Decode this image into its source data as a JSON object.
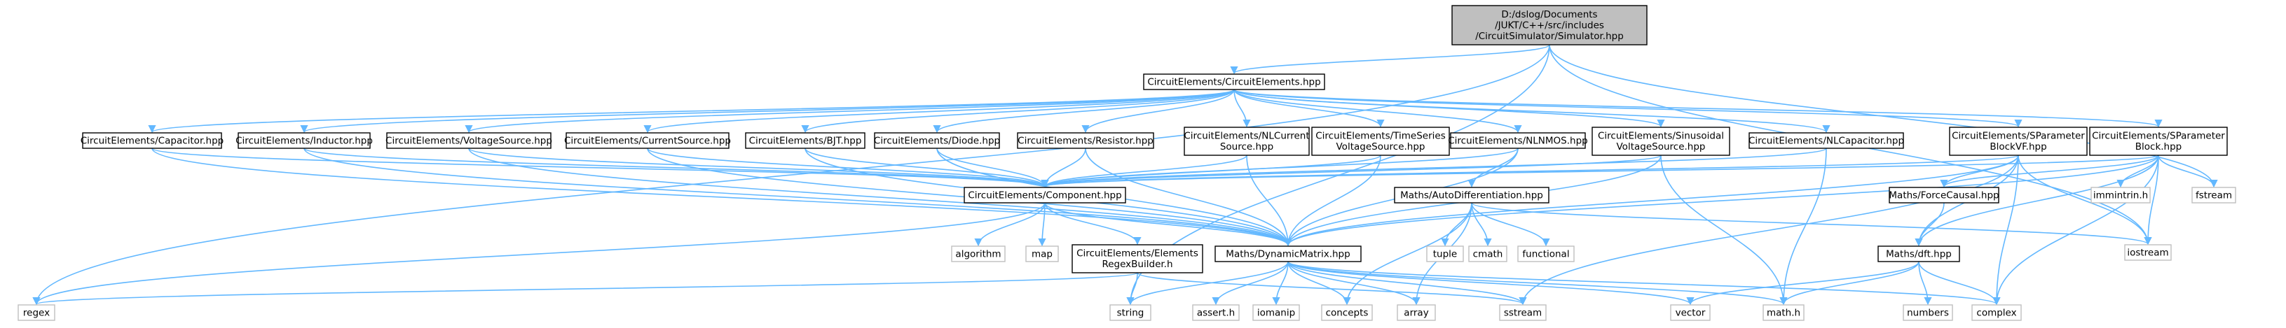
{
  "graph": {
    "root": "sim",
    "colors": {
      "root_fill": "#BFBFBF",
      "node_fill": "#FFFFFF",
      "bordered_stroke": "#000000",
      "plain_stroke": "#BFBFBF",
      "edge": "#63B8FF"
    },
    "nodes": [
      {
        "id": "sim",
        "lines": [
          "D:/dslog/Documents",
          "/JUKT/C++/src/includes",
          "/CircuitSimulator/Simulator.hpp"
        ],
        "kind": "root"
      },
      {
        "id": "ce",
        "lines": [
          "CircuitElements/CircuitElements.hpp"
        ],
        "kind": "bordered"
      },
      {
        "id": "cap",
        "lines": [
          "CircuitElements/Capacitor.hpp"
        ],
        "kind": "bordered"
      },
      {
        "id": "ind",
        "lines": [
          "CircuitElements/Inductor.hpp"
        ],
        "kind": "bordered"
      },
      {
        "id": "vs",
        "lines": [
          "CircuitElements/VoltageSource.hpp"
        ],
        "kind": "bordered"
      },
      {
        "id": "cs",
        "lines": [
          "CircuitElements/CurrentSource.hpp"
        ],
        "kind": "bordered"
      },
      {
        "id": "bjt",
        "lines": [
          "CircuitElements/BJT.hpp"
        ],
        "kind": "bordered"
      },
      {
        "id": "diode",
        "lines": [
          "CircuitElements/Diode.hpp"
        ],
        "kind": "bordered"
      },
      {
        "id": "res",
        "lines": [
          "CircuitElements/Resistor.hpp"
        ],
        "kind": "bordered"
      },
      {
        "id": "nlcs",
        "lines": [
          "CircuitElements/NLCurrent",
          "Source.hpp"
        ],
        "kind": "bordered"
      },
      {
        "id": "tsvs",
        "lines": [
          "CircuitElements/TimeSeries",
          "VoltageSource.hpp"
        ],
        "kind": "bordered"
      },
      {
        "id": "nlnmos",
        "lines": [
          "CircuitElements/NLNMOS.hpp"
        ],
        "kind": "bordered"
      },
      {
        "id": "sinvs",
        "lines": [
          "CircuitElements/Sinusoidal",
          "VoltageSource.hpp"
        ],
        "kind": "bordered"
      },
      {
        "id": "nlcap",
        "lines": [
          "CircuitElements/NLCapacitor.hpp"
        ],
        "kind": "bordered"
      },
      {
        "id": "spvf",
        "lines": [
          "CircuitElements/SParameter",
          "BlockVF.hpp"
        ],
        "kind": "bordered"
      },
      {
        "id": "spb",
        "lines": [
          "CircuitElements/SParameter",
          "Block.hpp"
        ],
        "kind": "bordered"
      },
      {
        "id": "comp",
        "lines": [
          "CircuitElements/Component.hpp"
        ],
        "kind": "bordered"
      },
      {
        "id": "autodiff",
        "lines": [
          "Maths/AutoDifferentiation.hpp"
        ],
        "kind": "bordered"
      },
      {
        "id": "fc",
        "lines": [
          "Maths/ForceCausal.hpp"
        ],
        "kind": "bordered"
      },
      {
        "id": "rb",
        "lines": [
          "CircuitElements/Elements",
          "RegexBuilder.h"
        ],
        "kind": "bordered"
      },
      {
        "id": "dm",
        "lines": [
          "Maths/DynamicMatrix.hpp"
        ],
        "kind": "bordered"
      },
      {
        "id": "dft",
        "lines": [
          "Maths/dft.hpp"
        ],
        "kind": "bordered"
      },
      {
        "id": "immintrin",
        "lines": [
          "immintrin.h"
        ],
        "kind": "plain"
      },
      {
        "id": "fstream",
        "lines": [
          "fstream"
        ],
        "kind": "plain"
      },
      {
        "id": "iostream",
        "lines": [
          "iostream"
        ],
        "kind": "plain"
      },
      {
        "id": "algorithm",
        "lines": [
          "algorithm"
        ],
        "kind": "plain"
      },
      {
        "id": "map",
        "lines": [
          "map"
        ],
        "kind": "plain"
      },
      {
        "id": "tuple",
        "lines": [
          "tuple"
        ],
        "kind": "plain"
      },
      {
        "id": "cmath",
        "lines": [
          "cmath"
        ],
        "kind": "plain"
      },
      {
        "id": "functional",
        "lines": [
          "functional"
        ],
        "kind": "plain"
      },
      {
        "id": "regex",
        "lines": [
          "regex"
        ],
        "kind": "plain"
      },
      {
        "id": "string",
        "lines": [
          "string"
        ],
        "kind": "plain"
      },
      {
        "id": "asserth",
        "lines": [
          "assert.h"
        ],
        "kind": "plain"
      },
      {
        "id": "iomanip",
        "lines": [
          "iomanip"
        ],
        "kind": "plain"
      },
      {
        "id": "concepts",
        "lines": [
          "concepts"
        ],
        "kind": "plain"
      },
      {
        "id": "array",
        "lines": [
          "array"
        ],
        "kind": "plain"
      },
      {
        "id": "sstream",
        "lines": [
          "sstream"
        ],
        "kind": "plain"
      },
      {
        "id": "vector",
        "lines": [
          "vector"
        ],
        "kind": "plain"
      },
      {
        "id": "mathh",
        "lines": [
          "math.h"
        ],
        "kind": "plain"
      },
      {
        "id": "numbers",
        "lines": [
          "numbers"
        ],
        "kind": "plain"
      },
      {
        "id": "complex",
        "lines": [
          "complex"
        ],
        "kind": "plain"
      }
    ],
    "edges": [
      [
        "sim",
        "ce"
      ],
      [
        "sim",
        "regex"
      ],
      [
        "sim",
        "string"
      ],
      [
        "sim",
        "fstream"
      ],
      [
        "sim",
        "iostream"
      ],
      [
        "ce",
        "cap"
      ],
      [
        "ce",
        "ind"
      ],
      [
        "ce",
        "vs"
      ],
      [
        "ce",
        "cs"
      ],
      [
        "ce",
        "bjt"
      ],
      [
        "ce",
        "diode"
      ],
      [
        "ce",
        "res"
      ],
      [
        "ce",
        "nlcs"
      ],
      [
        "ce",
        "tsvs"
      ],
      [
        "ce",
        "nlnmos"
      ],
      [
        "ce",
        "sinvs"
      ],
      [
        "ce",
        "nlcap"
      ],
      [
        "ce",
        "spvf"
      ],
      [
        "ce",
        "spb"
      ],
      [
        "cap",
        "comp"
      ],
      [
        "cap",
        "dm"
      ],
      [
        "ind",
        "comp"
      ],
      [
        "ind",
        "dm"
      ],
      [
        "vs",
        "comp"
      ],
      [
        "vs",
        "dm"
      ],
      [
        "cs",
        "comp"
      ],
      [
        "cs",
        "dm"
      ],
      [
        "bjt",
        "comp"
      ],
      [
        "bjt",
        "dm"
      ],
      [
        "diode",
        "comp"
      ],
      [
        "diode",
        "dm"
      ],
      [
        "res",
        "comp"
      ],
      [
        "res",
        "dm"
      ],
      [
        "nlcs",
        "comp"
      ],
      [
        "nlcs",
        "dm"
      ],
      [
        "tsvs",
        "comp"
      ],
      [
        "tsvs",
        "dm"
      ],
      [
        "nlnmos",
        "comp"
      ],
      [
        "nlnmos",
        "dm"
      ],
      [
        "nlnmos",
        "autodiff"
      ],
      [
        "sinvs",
        "comp"
      ],
      [
        "sinvs",
        "dm"
      ],
      [
        "sinvs",
        "mathh"
      ],
      [
        "nlcap",
        "comp"
      ],
      [
        "nlcap",
        "mathh"
      ],
      [
        "spvf",
        "comp"
      ],
      [
        "spvf",
        "dm"
      ],
      [
        "spvf",
        "fc"
      ],
      [
        "spvf",
        "dft"
      ],
      [
        "spvf",
        "complex"
      ],
      [
        "spvf",
        "iostream"
      ],
      [
        "spvf",
        "sstream"
      ],
      [
        "spb",
        "comp"
      ],
      [
        "spb",
        "dm"
      ],
      [
        "spb",
        "fc"
      ],
      [
        "spb",
        "dft"
      ],
      [
        "spb",
        "immintrin"
      ],
      [
        "spb",
        "fstream"
      ],
      [
        "spb",
        "iostream"
      ],
      [
        "spb",
        "complex"
      ],
      [
        "comp",
        "dm"
      ],
      [
        "comp",
        "rb"
      ],
      [
        "comp",
        "algorithm"
      ],
      [
        "comp",
        "map"
      ],
      [
        "comp",
        "regex"
      ],
      [
        "autodiff",
        "tuple"
      ],
      [
        "autodiff",
        "cmath"
      ],
      [
        "autodiff",
        "functional"
      ],
      [
        "autodiff",
        "concepts"
      ],
      [
        "autodiff",
        "array"
      ],
      [
        "autodiff",
        "iostream"
      ],
      [
        "fc",
        "dft"
      ],
      [
        "rb",
        "regex"
      ],
      [
        "rb",
        "string"
      ],
      [
        "rb",
        "sstream"
      ],
      [
        "dm",
        "string"
      ],
      [
        "dm",
        "asserth"
      ],
      [
        "dm",
        "iomanip"
      ],
      [
        "dm",
        "concepts"
      ],
      [
        "dm",
        "array"
      ],
      [
        "dm",
        "sstream"
      ],
      [
        "dm",
        "vector"
      ],
      [
        "dm",
        "mathh"
      ],
      [
        "dm",
        "complex"
      ],
      [
        "dft",
        "vector"
      ],
      [
        "dft",
        "numbers"
      ],
      [
        "dft",
        "complex"
      ],
      [
        "dft",
        "mathh"
      ]
    ]
  }
}
